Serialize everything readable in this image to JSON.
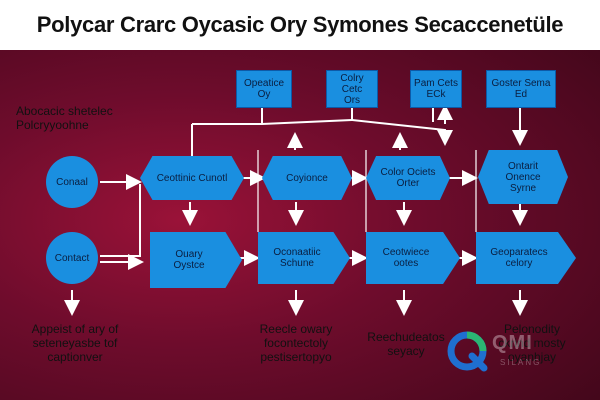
{
  "title": "Polycar Crarc Oycasic Ory Symones Secaccenetüle",
  "top_boxes": [
    "Opeatice\nOy",
    "Colry Cetc\nOrs",
    "Pam Cets\nECk",
    "Goster Sema\nEd"
  ],
  "left_label": "Abocacic shetelec\nPolcryyoohne",
  "circles": [
    "Conaal",
    "Contact"
  ],
  "hexes": [
    "Ceottinic Cunotl",
    "Coyionce",
    "Color Ociets\nOrter",
    "Ontarit\nOnence\nSyrne"
  ],
  "arrow_boxes": [
    "Ouary\nOystce",
    "Oconaatiic\nSchune",
    "Ceotwiece\nootes",
    "Geoparatecs\ncelory"
  ],
  "captions": [
    "Appeist of ary of\nseteneyasbe tof\ncaptionver",
    "Reecle owary\nfocontectoly\npestisertopyo",
    "Reechudeatos\nseyacy",
    "Pelonodity\nckrind mosty\noyanhjay"
  ],
  "watermark": {
    "text": "QMI",
    "sub": "SILANG"
  },
  "colors": {
    "node": "#1a8fe0",
    "background": "#7a0e30",
    "title_bg": "#ffffff"
  }
}
